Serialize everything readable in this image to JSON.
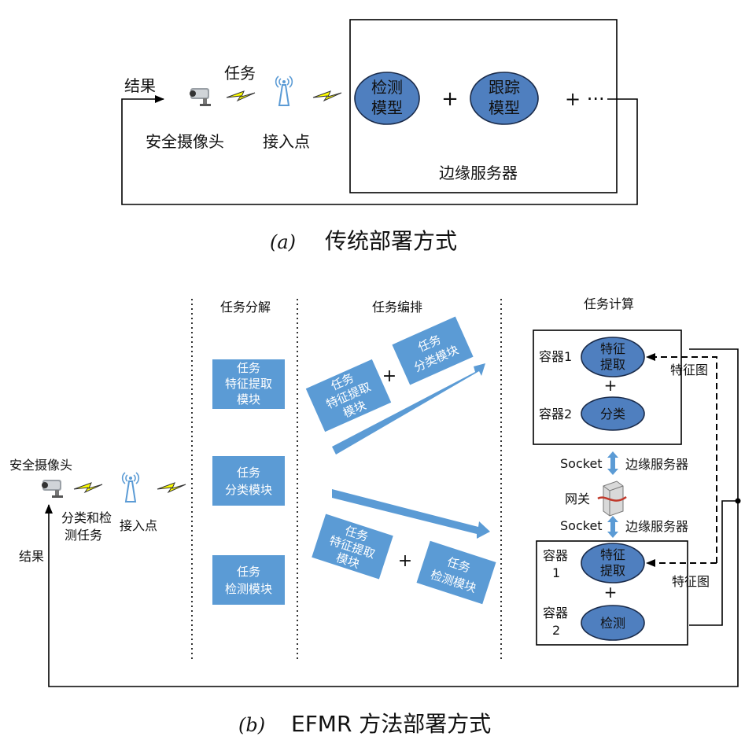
{
  "colors": {
    "node_fill": "#4f7fbf",
    "module_fill": "#5b9bd5",
    "module_text": "#ffffff",
    "line": "#000000",
    "bolt": "#ffff00"
  },
  "part_a": {
    "result_label": "结果",
    "task_label": "任务",
    "camera_label": "安全摄像头",
    "access_point_label": "接入点",
    "server_label": "边缘服务器",
    "model1": [
      "检测",
      "模型"
    ],
    "model2": [
      "跟踪",
      "模型"
    ],
    "plus": "+",
    "plus_more": "+ ···",
    "caption_prefix": "(a)",
    "caption_text": "传统部署方式"
  },
  "part_b": {
    "camera_label": "安全摄像头",
    "task_label": [
      "分类和检",
      "测任务"
    ],
    "access_point_label": "接入点",
    "result_label": "结果",
    "columns": {
      "decompose": "任务分解",
      "orchestrate": "任务编排",
      "compute": "任务计算"
    },
    "decompose_modules": [
      [
        "任务",
        "特征提取",
        "模块"
      ],
      [
        "任务",
        "分类模块"
      ],
      [
        "任务",
        "检测模块"
      ]
    ],
    "orchestrate_upper": {
      "a": [
        "任务",
        "特征提取",
        "模块"
      ],
      "b": [
        "任务",
        "分类模块"
      ],
      "plus": "+"
    },
    "orchestrate_lower": {
      "a": [
        "任务",
        "特征提取",
        "模块"
      ],
      "b": [
        "任务",
        "检测模块"
      ],
      "plus": "+"
    },
    "server_top": {
      "container1": "容器1",
      "container2": "容器2",
      "node1": [
        "特征",
        "提取"
      ],
      "node2": "分类",
      "plus": "+"
    },
    "server_bottom": {
      "container1": [
        "容器",
        "1"
      ],
      "container2": [
        "容器",
        "2"
      ],
      "node1": [
        "特征",
        "提取"
      ],
      "node2": "检测",
      "plus": "+"
    },
    "socket_label": "Socket",
    "edge_server_label": "边缘服务器",
    "gateway_label": "网关",
    "feature_map_label": "特征图",
    "caption_prefix": "(b)",
    "caption_text": "EFMR 方法部署方式"
  }
}
